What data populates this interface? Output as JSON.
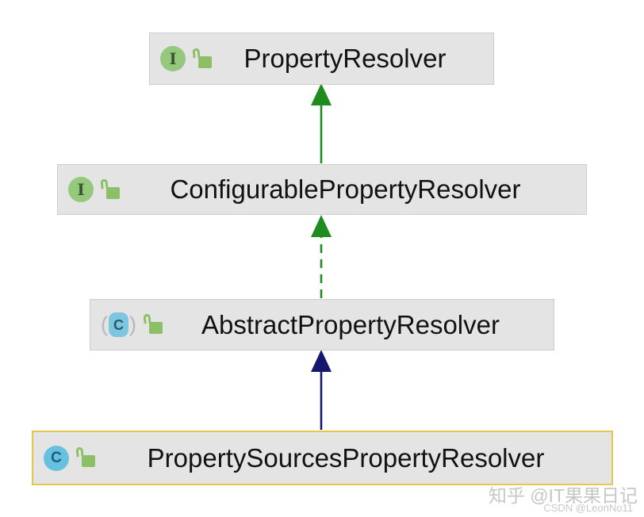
{
  "diagram": {
    "nodes": [
      {
        "label": "PropertyResolver",
        "kind": "interface",
        "icon": "interface-icon",
        "visibility_icon": "unlocked-icon",
        "selected": false
      },
      {
        "label": "ConfigurablePropertyResolver",
        "kind": "interface",
        "icon": "interface-icon",
        "visibility_icon": "unlocked-icon",
        "selected": false
      },
      {
        "label": "AbstractPropertyResolver",
        "kind": "abstract-class",
        "icon": "abstract-class-icon",
        "visibility_icon": "unlocked-icon",
        "selected": false
      },
      {
        "label": "PropertySourcesPropertyResolver",
        "kind": "class",
        "icon": "class-icon",
        "visibility_icon": "unlocked-icon",
        "selected": true
      }
    ],
    "edges": [
      {
        "from": "ConfigurablePropertyResolver",
        "to": "PropertyResolver",
        "relation": "extends",
        "style": "solid",
        "color": "#1e8c1e"
      },
      {
        "from": "AbstractPropertyResolver",
        "to": "ConfigurablePropertyResolver",
        "relation": "implements",
        "style": "dashed",
        "color": "#1e8c1e"
      },
      {
        "from": "PropertySourcesPropertyResolver",
        "to": "AbstractPropertyResolver",
        "relation": "extends",
        "style": "solid",
        "color": "#17176e"
      }
    ]
  },
  "icons": {
    "interface_letter": "I",
    "class_letter": "C",
    "paren_open": "(",
    "paren_close": ")"
  },
  "colors": {
    "node_fill": "#e4e4e4",
    "node_border": "#cdcdcd",
    "selected_border": "#e6c64d",
    "interface_green": "#94c87d",
    "class_blue": "#66c1e0",
    "lock_green": "#8cbf66",
    "edge_green": "#1e8c1e",
    "edge_navy": "#17176e"
  },
  "watermarks": {
    "zhihu": "知乎 @IT果果日记",
    "csdn": "CSDN @LeonNo11"
  }
}
